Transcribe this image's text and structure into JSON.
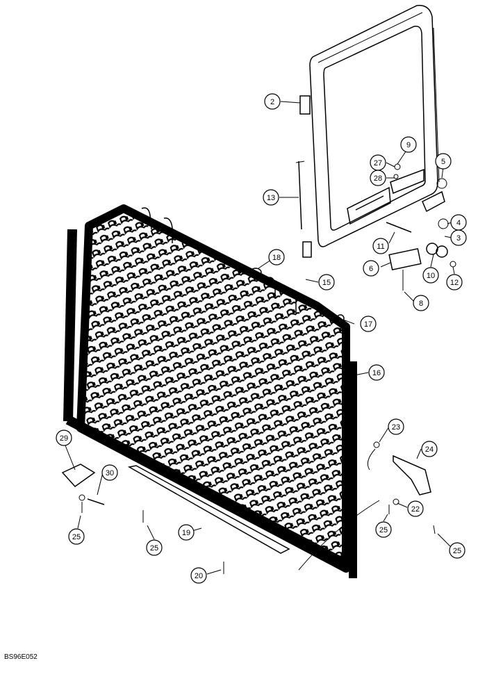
{
  "figure_code": "BS96E052",
  "callouts": [
    {
      "id": "c2",
      "label": "2"
    },
    {
      "id": "c9",
      "label": "9"
    },
    {
      "id": "c27",
      "label": "27"
    },
    {
      "id": "c28",
      "label": "28"
    },
    {
      "id": "c5",
      "label": "5"
    },
    {
      "id": "c13",
      "label": "13"
    },
    {
      "id": "c4",
      "label": "4"
    },
    {
      "id": "c3",
      "label": "3"
    },
    {
      "id": "c11",
      "label": "11"
    },
    {
      "id": "c6",
      "label": "6"
    },
    {
      "id": "c10",
      "label": "10"
    },
    {
      "id": "c12",
      "label": "12"
    },
    {
      "id": "c15",
      "label": "15"
    },
    {
      "id": "c18",
      "label": "18"
    },
    {
      "id": "c8",
      "label": "8"
    },
    {
      "id": "c17",
      "label": "17"
    },
    {
      "id": "c16",
      "label": "16"
    },
    {
      "id": "c23",
      "label": "23"
    },
    {
      "id": "c29",
      "label": "29"
    },
    {
      "id": "c24",
      "label": "24"
    },
    {
      "id": "c30",
      "label": "30"
    },
    {
      "id": "c22",
      "label": "22"
    },
    {
      "id": "c25a",
      "label": "25"
    },
    {
      "id": "c19",
      "label": "19"
    },
    {
      "id": "c25b",
      "label": "25"
    },
    {
      "id": "c25c",
      "label": "25"
    },
    {
      "id": "c25d",
      "label": "25"
    },
    {
      "id": "c20",
      "label": "20"
    }
  ]
}
